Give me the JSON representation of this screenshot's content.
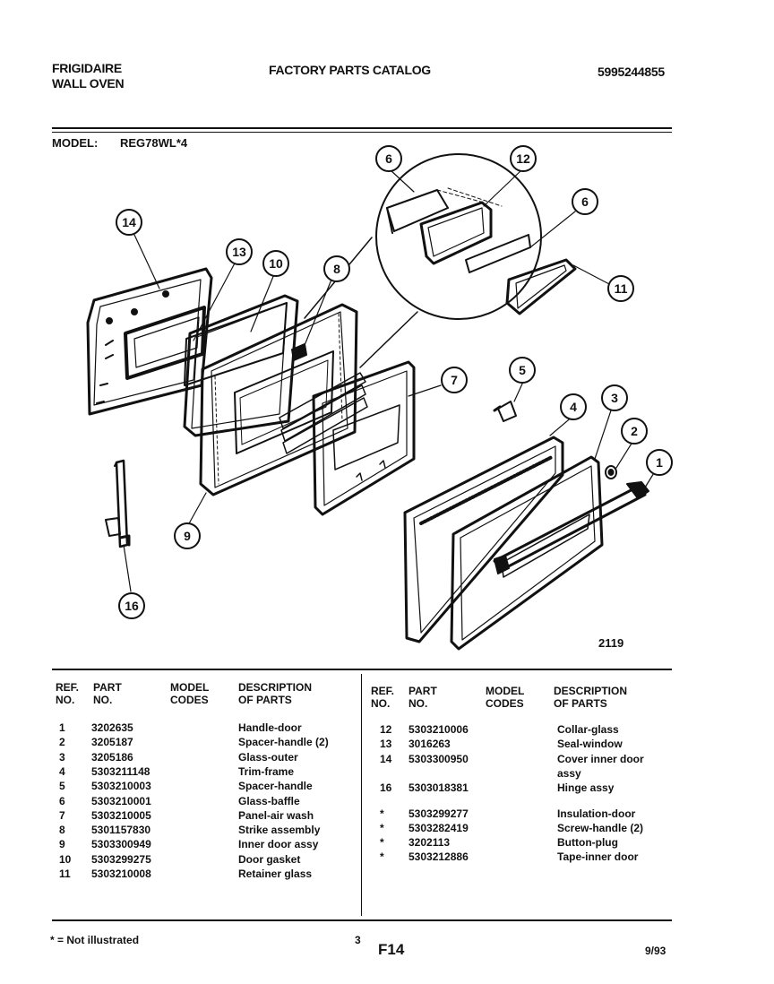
{
  "header": {
    "brand_line1": "FRIGIDAIRE",
    "brand_line2": "WALL OVEN",
    "catalog": "FACTORY PARTS CATALOG",
    "doc_number": "5995244855",
    "model_label": "MODEL:",
    "model_value": "REG78WL*4"
  },
  "diagram": {
    "callouts": [
      "14",
      "13",
      "10",
      "8",
      "6",
      "12",
      "6",
      "11",
      "7",
      "5",
      "4",
      "3",
      "2",
      "1",
      "9",
      "16"
    ],
    "figure_id": "2119"
  },
  "table": {
    "headers": {
      "ref": [
        "REF.",
        "NO."
      ],
      "part": [
        "PART",
        "NO."
      ],
      "model": [
        "MODEL",
        "CODES"
      ],
      "desc": [
        "DESCRIPTION",
        "OF PARTS"
      ]
    },
    "left_rows": [
      {
        "ref": "1",
        "part": "3202635",
        "desc": "Handle-door"
      },
      {
        "ref": "2",
        "part": "3205187",
        "desc": "Spacer-handle (2)"
      },
      {
        "ref": "3",
        "part": "3205186",
        "desc": "Glass-outer"
      },
      {
        "ref": "4",
        "part": "5303211148",
        "desc": "Trim-frame"
      },
      {
        "ref": "5",
        "part": "5303210003",
        "desc": "Spacer-handle"
      },
      {
        "ref": "6",
        "part": "5303210001",
        "desc": "Glass-baffle"
      },
      {
        "ref": "7",
        "part": "5303210005",
        "desc": "Panel-air wash"
      },
      {
        "ref": "8",
        "part": "5301157830",
        "desc": "Strike assembly"
      },
      {
        "ref": "9",
        "part": "5303300949",
        "desc": "Inner door assy"
      },
      {
        "ref": "10",
        "part": "5303299275",
        "desc": "Door gasket"
      },
      {
        "ref": "11",
        "part": "5303210008",
        "desc": "Retainer glass"
      }
    ],
    "right_rows": [
      {
        "ref": "12",
        "part": "5303210006",
        "desc": "Collar-glass"
      },
      {
        "ref": "13",
        "part": "3016263",
        "desc": "Seal-window"
      },
      {
        "ref": "14",
        "part": "5303300950",
        "desc": "Cover inner door"
      },
      {
        "ref": "",
        "part": "",
        "desc": "assy"
      },
      {
        "ref": "16",
        "part": "5303018381",
        "desc": "Hinge assy"
      },
      {
        "ref": "*",
        "part": "5303299277",
        "desc": "Insulation-door"
      },
      {
        "ref": "*",
        "part": "5303282419",
        "desc": "Screw-handle (2)"
      },
      {
        "ref": "*",
        "part": "3202113",
        "desc": "Button-plug"
      },
      {
        "ref": "*",
        "part": "5303212886",
        "desc": "Tape-inner door"
      }
    ]
  },
  "footer": {
    "note": "* = Not illustrated",
    "page": "3",
    "code": "F14",
    "date": "9/93"
  }
}
